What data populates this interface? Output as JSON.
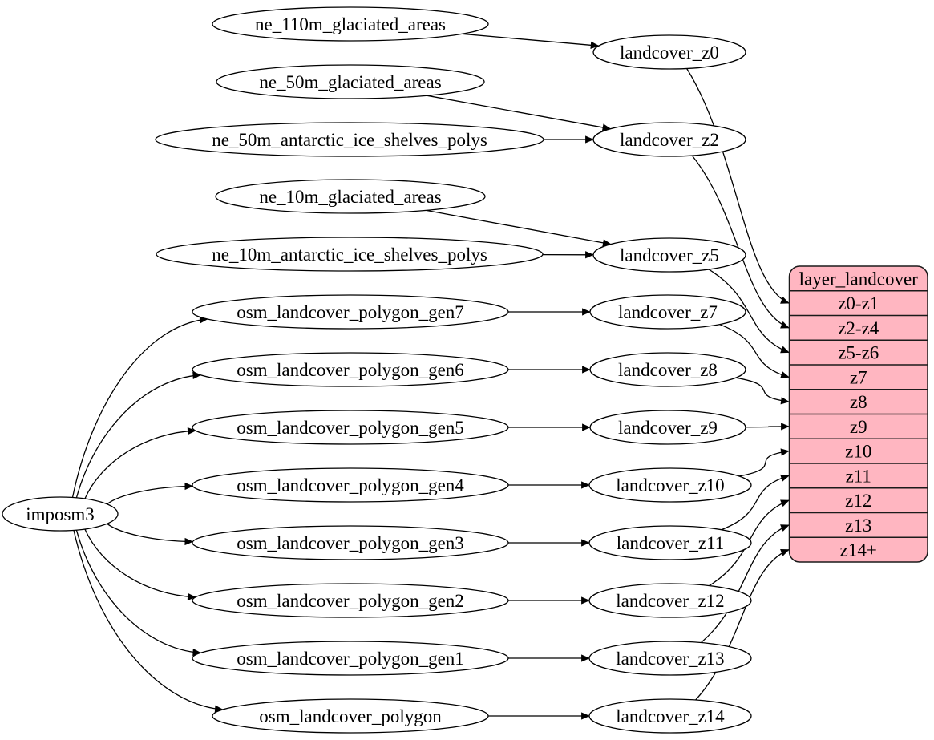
{
  "graph": {
    "background": "#ffffff",
    "node_fill": "#ffffff",
    "node_stroke": "#000000",
    "edge_color": "#000000",
    "table_fill": "#ffb6c1",
    "table_stroke": "#1a1a1a"
  },
  "nodes": [
    {
      "id": "imposm3",
      "label": "imposm3"
    },
    {
      "id": "ne_110m_glaciated_areas",
      "label": "ne_110m_glaciated_areas"
    },
    {
      "id": "ne_50m_glaciated_areas",
      "label": "ne_50m_glaciated_areas"
    },
    {
      "id": "ne_50m_antarctic_ice_shelves_polys",
      "label": "ne_50m_antarctic_ice_shelves_polys"
    },
    {
      "id": "ne_10m_glaciated_areas",
      "label": "ne_10m_glaciated_areas"
    },
    {
      "id": "ne_10m_antarctic_ice_shelves_polys",
      "label": "ne_10m_antarctic_ice_shelves_polys"
    },
    {
      "id": "osm_landcover_polygon_gen7",
      "label": "osm_landcover_polygon_gen7"
    },
    {
      "id": "osm_landcover_polygon_gen6",
      "label": "osm_landcover_polygon_gen6"
    },
    {
      "id": "osm_landcover_polygon_gen5",
      "label": "osm_landcover_polygon_gen5"
    },
    {
      "id": "osm_landcover_polygon_gen4",
      "label": "osm_landcover_polygon_gen4"
    },
    {
      "id": "osm_landcover_polygon_gen3",
      "label": "osm_landcover_polygon_gen3"
    },
    {
      "id": "osm_landcover_polygon_gen2",
      "label": "osm_landcover_polygon_gen2"
    },
    {
      "id": "osm_landcover_polygon_gen1",
      "label": "osm_landcover_polygon_gen1"
    },
    {
      "id": "osm_landcover_polygon",
      "label": "osm_landcover_polygon"
    },
    {
      "id": "landcover_z0",
      "label": "landcover_z0"
    },
    {
      "id": "landcover_z2",
      "label": "landcover_z2"
    },
    {
      "id": "landcover_z5",
      "label": "landcover_z5"
    },
    {
      "id": "landcover_z7",
      "label": "landcover_z7"
    },
    {
      "id": "landcover_z8",
      "label": "landcover_z8"
    },
    {
      "id": "landcover_z9",
      "label": "landcover_z9"
    },
    {
      "id": "landcover_z10",
      "label": "landcover_z10"
    },
    {
      "id": "landcover_z11",
      "label": "landcover_z11"
    },
    {
      "id": "landcover_z12",
      "label": "landcover_z12"
    },
    {
      "id": "landcover_z13",
      "label": "landcover_z13"
    },
    {
      "id": "landcover_z14",
      "label": "landcover_z14"
    }
  ],
  "table": {
    "id": "layer_landcover",
    "title": "layer_landcover",
    "rows": [
      "z0-z1",
      "z2-z4",
      "z5-z6",
      "z7",
      "z8",
      "z9",
      "z10",
      "z11",
      "z12",
      "z13",
      "z14+"
    ]
  },
  "edges": [
    {
      "from": "imposm3",
      "to": "osm_landcover_polygon_gen7"
    },
    {
      "from": "imposm3",
      "to": "osm_landcover_polygon_gen6"
    },
    {
      "from": "imposm3",
      "to": "osm_landcover_polygon_gen5"
    },
    {
      "from": "imposm3",
      "to": "osm_landcover_polygon_gen4"
    },
    {
      "from": "imposm3",
      "to": "osm_landcover_polygon_gen3"
    },
    {
      "from": "imposm3",
      "to": "osm_landcover_polygon_gen2"
    },
    {
      "from": "imposm3",
      "to": "osm_landcover_polygon_gen1"
    },
    {
      "from": "imposm3",
      "to": "osm_landcover_polygon"
    },
    {
      "from": "ne_110m_glaciated_areas",
      "to": "landcover_z0"
    },
    {
      "from": "ne_50m_glaciated_areas",
      "to": "landcover_z2"
    },
    {
      "from": "ne_50m_antarctic_ice_shelves_polys",
      "to": "landcover_z2"
    },
    {
      "from": "ne_10m_glaciated_areas",
      "to": "landcover_z5"
    },
    {
      "from": "ne_10m_antarctic_ice_shelves_polys",
      "to": "landcover_z5"
    },
    {
      "from": "osm_landcover_polygon_gen7",
      "to": "landcover_z7"
    },
    {
      "from": "osm_landcover_polygon_gen6",
      "to": "landcover_z8"
    },
    {
      "from": "osm_landcover_polygon_gen5",
      "to": "landcover_z9"
    },
    {
      "from": "osm_landcover_polygon_gen4",
      "to": "landcover_z10"
    },
    {
      "from": "osm_landcover_polygon_gen3",
      "to": "landcover_z11"
    },
    {
      "from": "osm_landcover_polygon_gen2",
      "to": "landcover_z12"
    },
    {
      "from": "osm_landcover_polygon_gen1",
      "to": "landcover_z13"
    },
    {
      "from": "osm_landcover_polygon",
      "to": "landcover_z14"
    },
    {
      "from": "landcover_z0",
      "to": "layer_landcover.z0-z1"
    },
    {
      "from": "landcover_z2",
      "to": "layer_landcover.z2-z4"
    },
    {
      "from": "landcover_z5",
      "to": "layer_landcover.z5-z6"
    },
    {
      "from": "landcover_z7",
      "to": "layer_landcover.z7"
    },
    {
      "from": "landcover_z8",
      "to": "layer_landcover.z8"
    },
    {
      "from": "landcover_z9",
      "to": "layer_landcover.z9"
    },
    {
      "from": "landcover_z10",
      "to": "layer_landcover.z10"
    },
    {
      "from": "landcover_z11",
      "to": "layer_landcover.z11"
    },
    {
      "from": "landcover_z12",
      "to": "layer_landcover.z12"
    },
    {
      "from": "landcover_z13",
      "to": "layer_landcover.z13"
    },
    {
      "from": "landcover_z14",
      "to": "layer_landcover.z14+"
    }
  ]
}
